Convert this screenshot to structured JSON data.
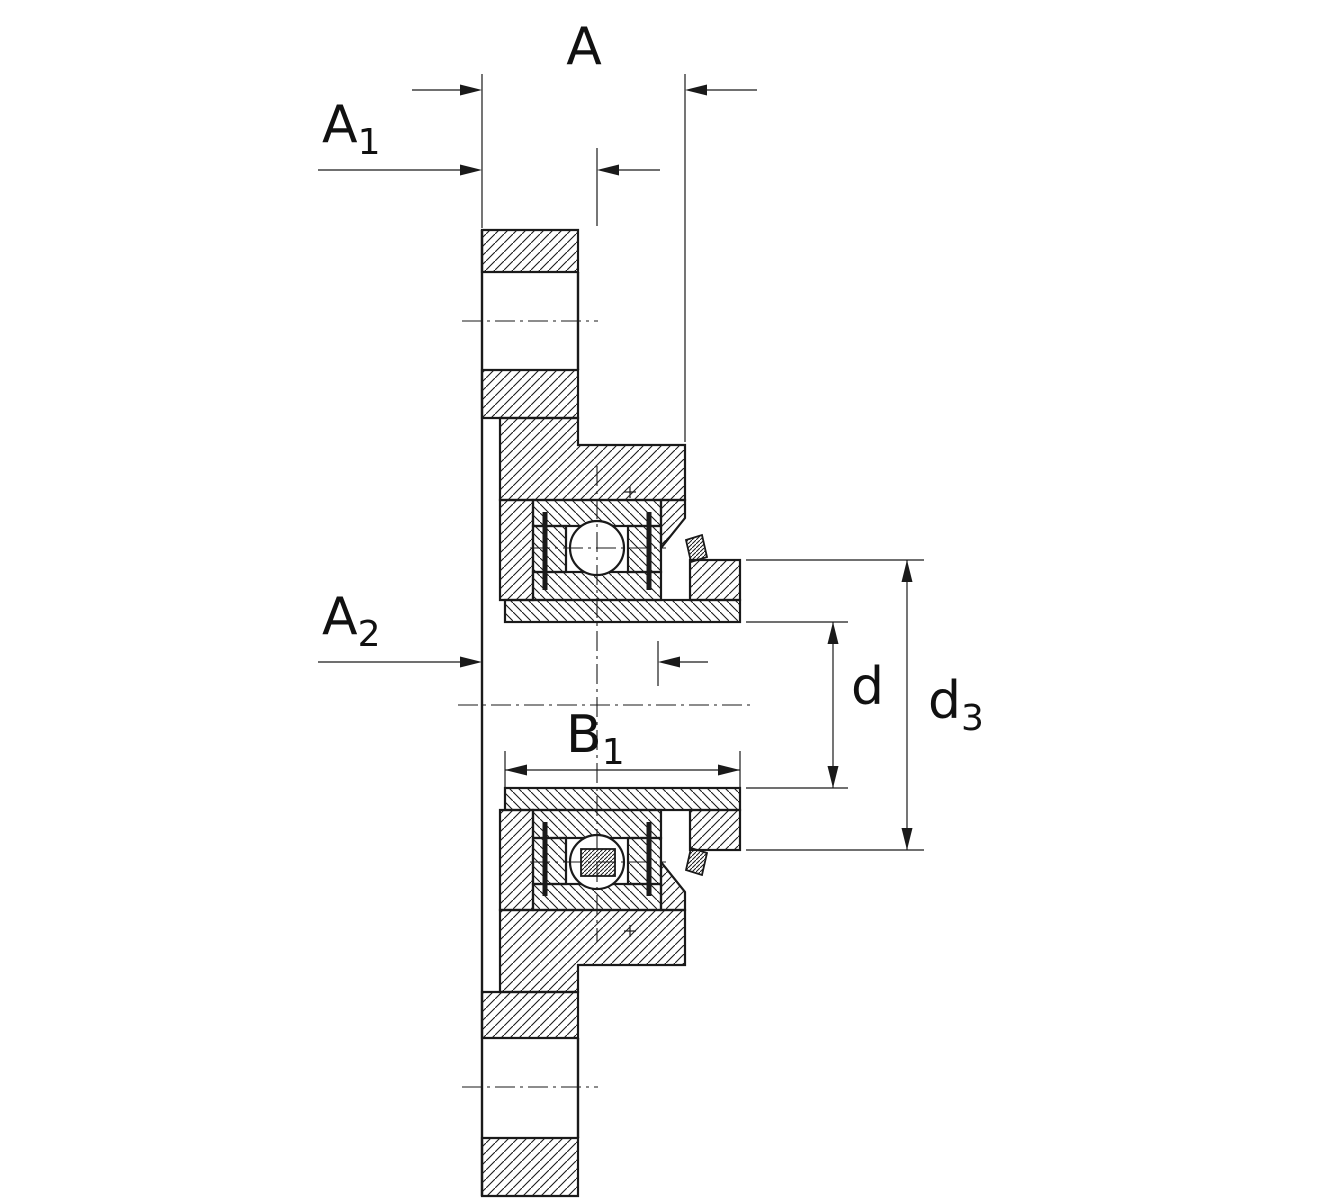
{
  "dimensions": {
    "a": {
      "label": "A"
    },
    "a1": {
      "label": "A",
      "sub": "1"
    },
    "a2": {
      "label": "A",
      "sub": "2"
    },
    "b1": {
      "label": "B",
      "sub": "1"
    },
    "d": {
      "label": "d"
    },
    "d3": {
      "label": "d",
      "sub": "3"
    }
  },
  "colors": {
    "line": "#1a1a1a",
    "background": "#ffffff"
  }
}
